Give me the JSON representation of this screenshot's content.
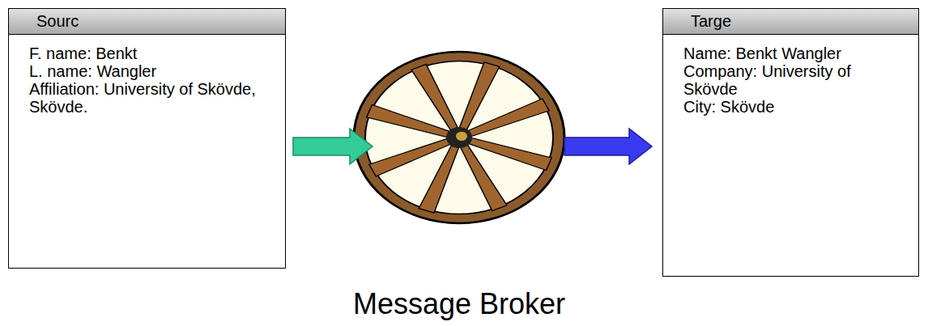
{
  "diagram": {
    "nodes": [
      {
        "text": [
          "Sourc",
          "F. name: Benkt",
          "L. name: Wangler",
          "Affiliation: University of Skövde, Skövde."
        ]
      },
      {
        "text": [
          "Message Broker"
        ]
      },
      {
        "text": [
          "Targe",
          "Name: Benkt Wangler",
          "Company: University of Skövde",
          "City: Skövde"
        ]
      }
    ],
    "edges": [
      {
        "from": 0,
        "to": 1,
        "arrow": "to"
      },
      {
        "from": 1,
        "to": 2,
        "arrow": "to"
      }
    ]
  }
}
